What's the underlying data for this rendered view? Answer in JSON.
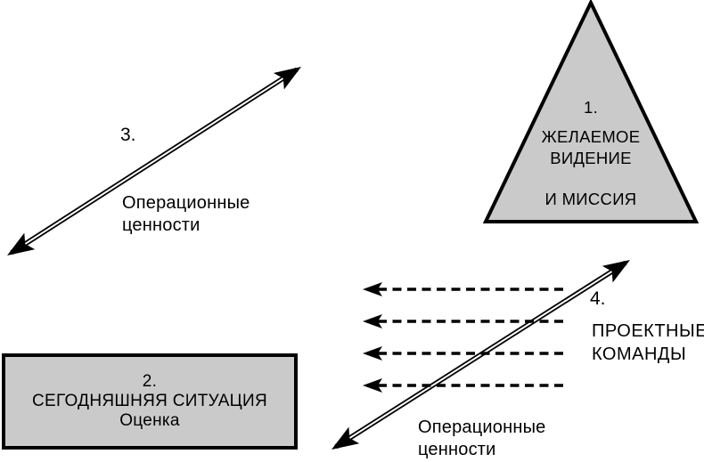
{
  "diagram": {
    "colors": {
      "background": "#ffffff",
      "shape_fill": "#cacaca",
      "line_color": "#000000"
    },
    "vision_triangle": {
      "number": "1.",
      "line1": "ЖЕЛАЕМОЕ",
      "line2": "ВИДЕНИЕ",
      "line3": "И МИССИЯ"
    },
    "situation_box": {
      "number": "2.",
      "title": "СЕГОДНЯШНЯЯ СИТУАЦИЯ",
      "subtitle": "Оценка"
    },
    "values_arrow_left": {
      "number": "3.",
      "label_line1": "Операционные",
      "label_line2": "ценности"
    },
    "project_teams_arrow": {
      "number": "4.",
      "label_line1": "ПРОЕКТНЫЕ",
      "label_line2": "КОМАНДЫ",
      "sublabel_line1": "Операционные",
      "sublabel_line2": "ценности"
    }
  }
}
